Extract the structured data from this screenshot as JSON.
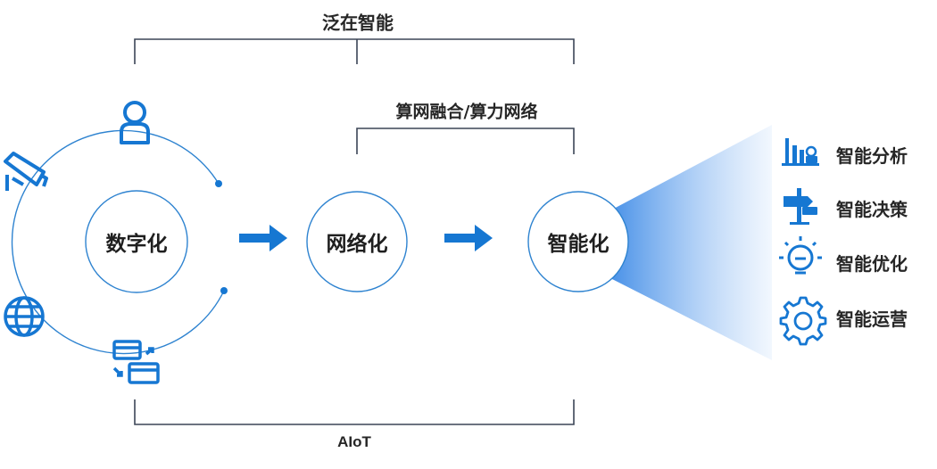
{
  "brackets": {
    "top": "泛在智能",
    "middle": "算网融合/算力网络",
    "bottom": "AIoT"
  },
  "stages": [
    {
      "id": "digitize",
      "label": "数字化"
    },
    {
      "id": "network",
      "label": "网络化"
    },
    {
      "id": "intelligent",
      "label": "智能化"
    }
  ],
  "input_icons": [
    "user-icon",
    "camera-icon",
    "globe-icon",
    "window-switch-icon"
  ],
  "capabilities": [
    {
      "icon": "bar-chart-icon",
      "label": "智能分析"
    },
    {
      "icon": "signpost-icon",
      "label": "智能决策"
    },
    {
      "icon": "lightbulb-icon",
      "label": "智能优化"
    },
    {
      "icon": "gear-icon",
      "label": "智能运营"
    }
  ],
  "colors": {
    "accent": "#1677d2",
    "bracket": "#3b4556",
    "circle": "#2e83d0",
    "beam": "#5b9ff0"
  }
}
